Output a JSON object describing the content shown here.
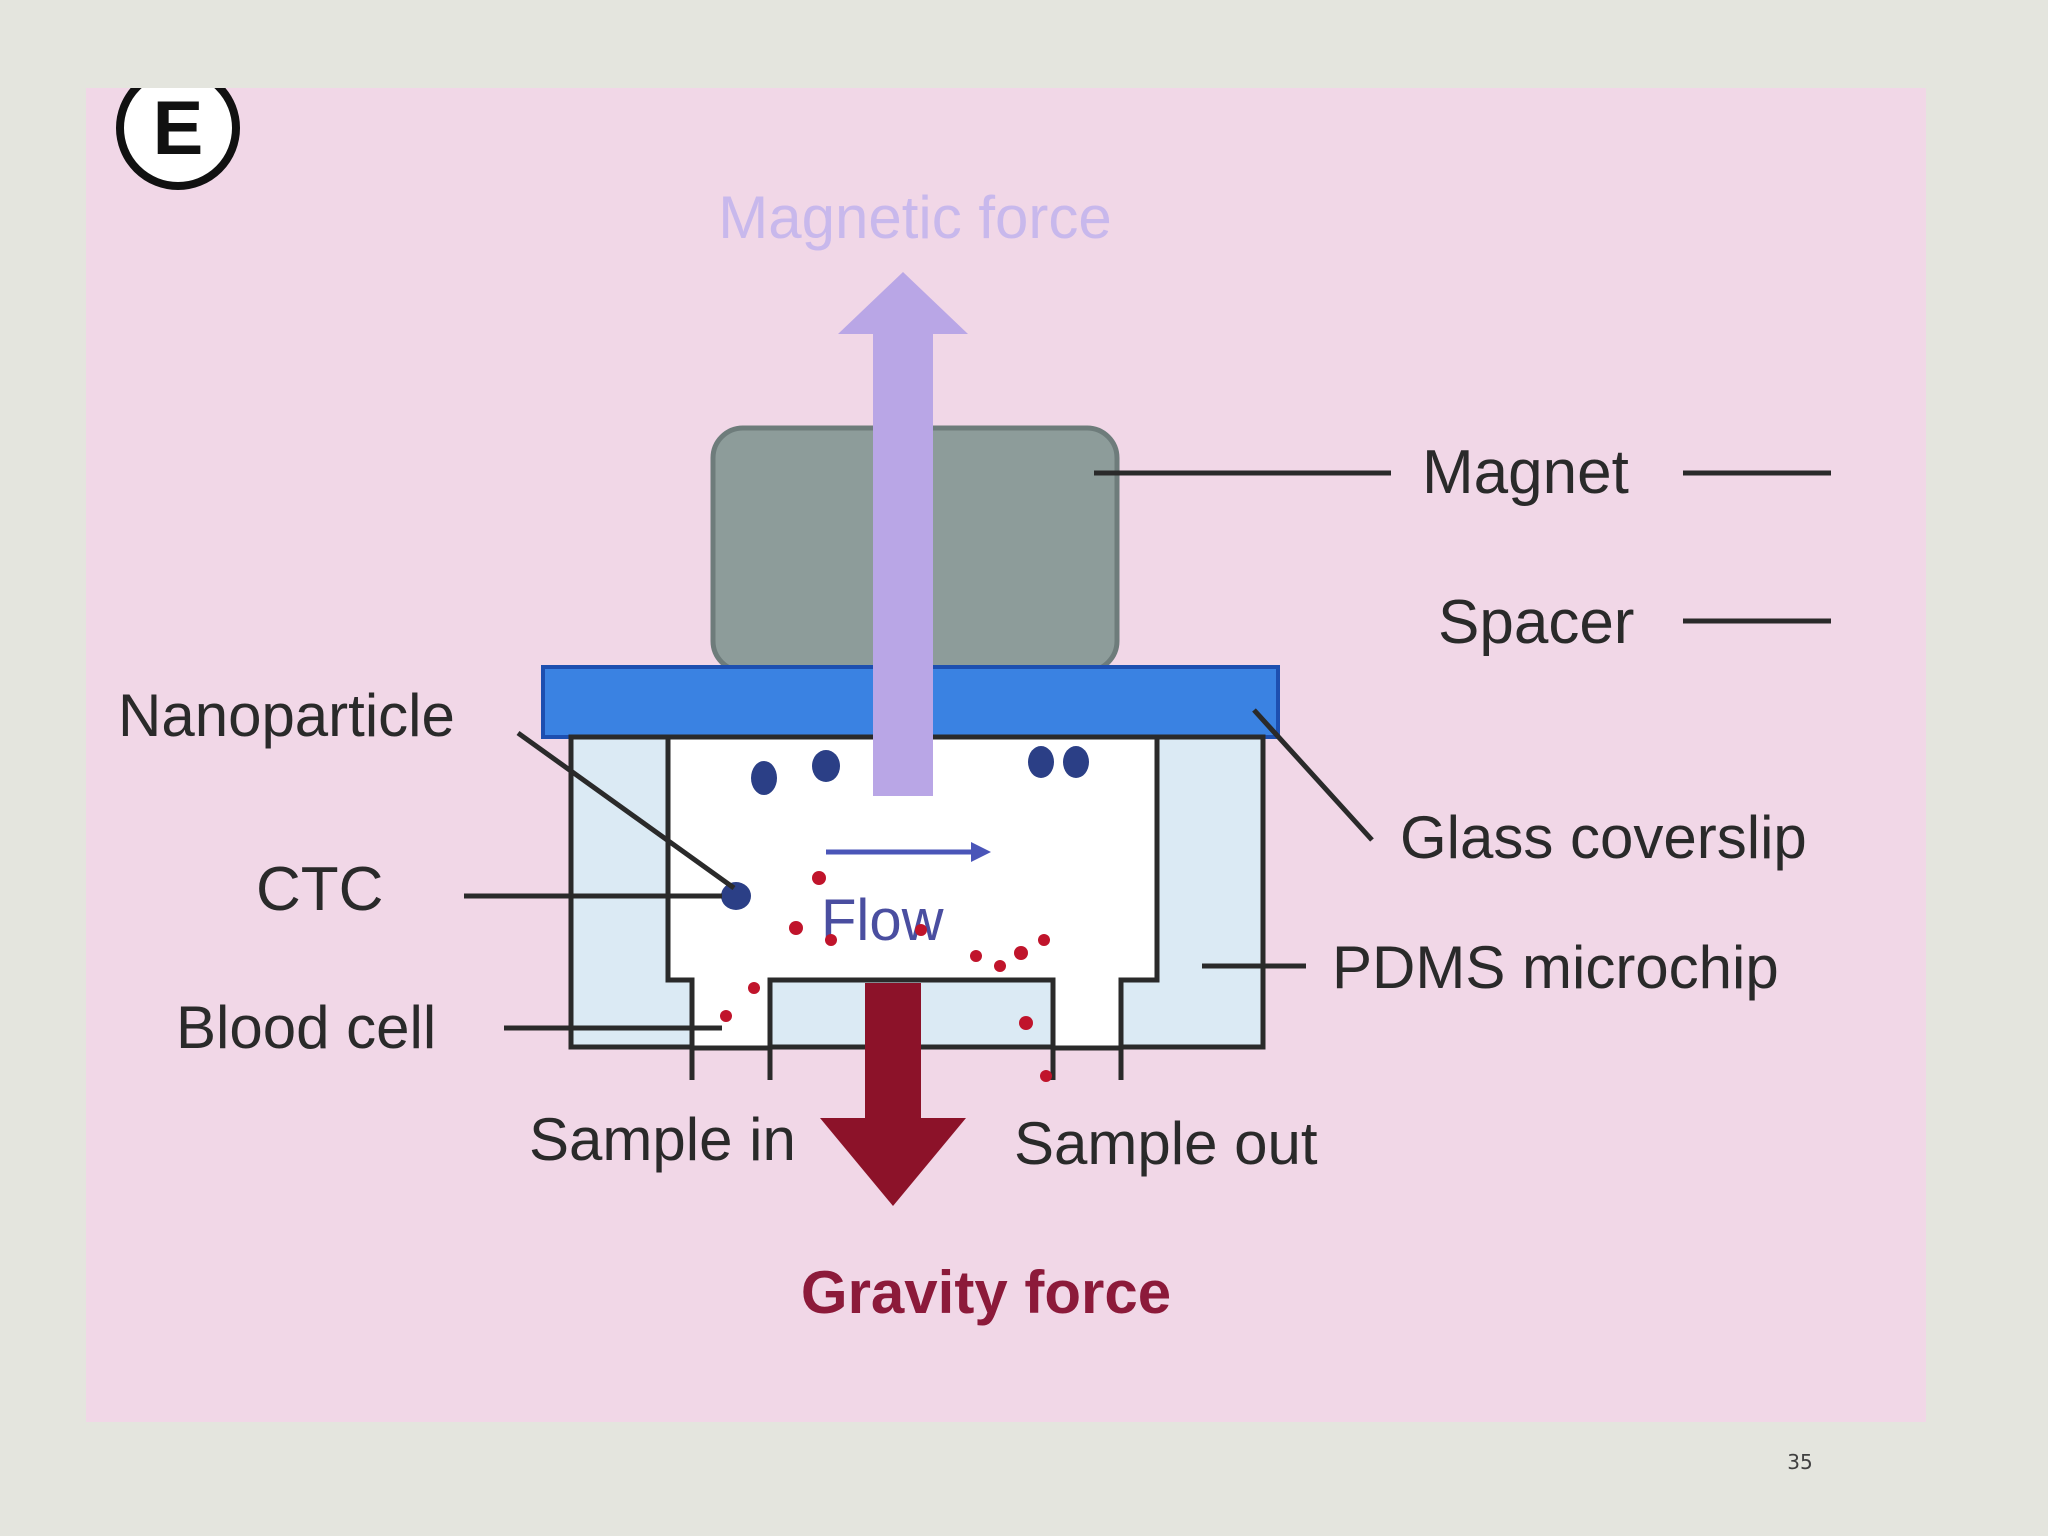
{
  "panel_letter": "E",
  "labels": {
    "magnetic_force": "Magnetic force",
    "magnet": "Magnet",
    "spacer": "Spacer",
    "nanoparticle": "Nanoparticle",
    "glass_coverslip": "Glass coverslip",
    "ctc": "CTC",
    "flow": "Flow",
    "pdms_microchip": "PDMS microchip",
    "blood_cell": "Blood cell",
    "sample_in": "Sample in",
    "sample_out": "Sample out",
    "gravity_force": "Gravity force"
  },
  "slide_number": "35",
  "colors": {
    "background": "#f1d7e7",
    "magnet": "#8d9c9a",
    "spacer": "#3a82e2",
    "pdms": "#dbeaf4",
    "magnetic_arrow": "#b9a6e6",
    "gravity_arrow": "#8c1229",
    "gravity_text": "#8c1a3a",
    "magnetic_text": "#c8b8ec",
    "cell": "#2b3f86",
    "blood_cell": "#c0142b"
  }
}
